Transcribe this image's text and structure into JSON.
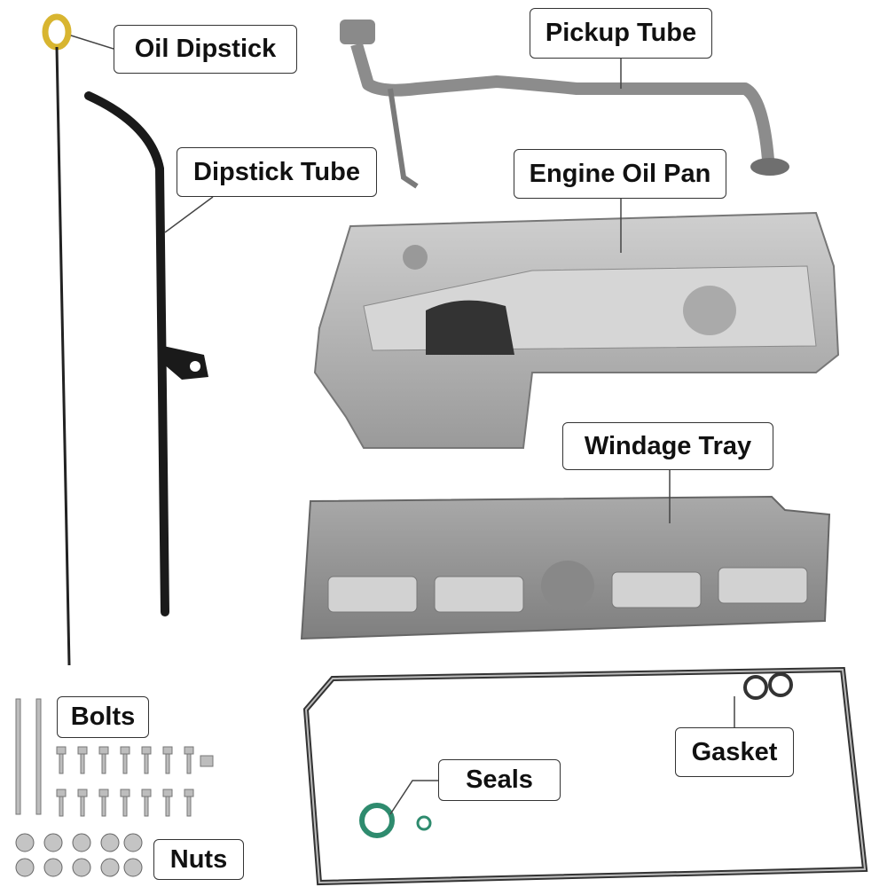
{
  "labels": {
    "oil_dipstick": "Oil Dipstick",
    "dipstick_tube": "Dipstick Tube",
    "pickup_tube": "Pickup Tube",
    "engine_oil_pan": "Engine Oil Pan",
    "windage_tray": "Windage Tray",
    "gasket": "Gasket",
    "seals": "Seals",
    "bolts": "Bolts",
    "nuts": "Nuts"
  },
  "colors": {
    "metal": "#b8b8b8",
    "metal_dark": "#7d7d7d",
    "tube_black": "#1a1a1a",
    "handle_yellow": "#d8b530",
    "seal_green": "#2e8b6e",
    "leader_line": "#444444"
  }
}
